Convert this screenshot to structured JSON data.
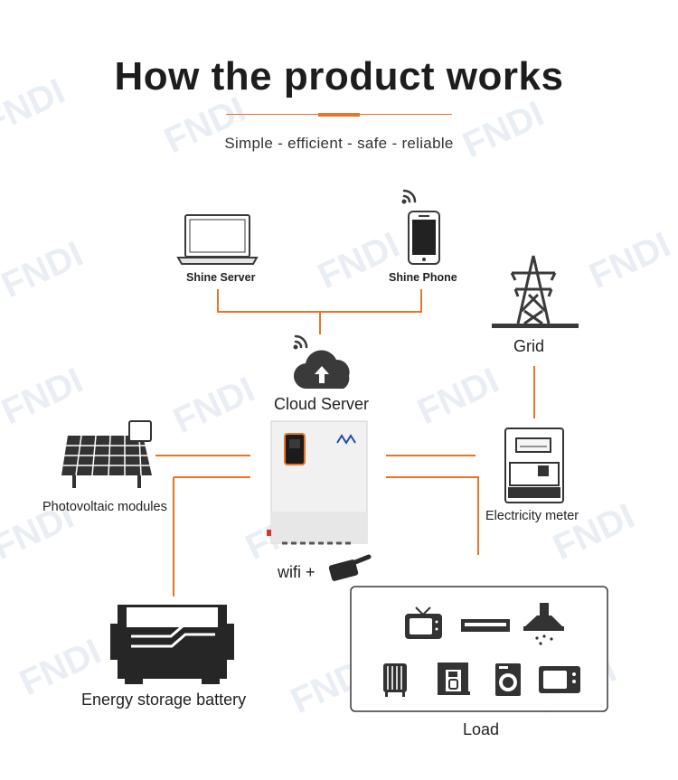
{
  "header": {
    "title": "How the product works",
    "subtitle": "Simple - efficient - safe - reliable"
  },
  "nodes": {
    "shine_server": "Shine Server",
    "shine_phone": "Shine Phone",
    "grid": "Grid",
    "cloud_server": "Cloud Server",
    "photovoltaic": "Photovoltaic modules",
    "electricity_meter": "Electricity meter",
    "wifi": "wifi +",
    "battery": "Energy storage battery",
    "load": "Load"
  },
  "colors": {
    "connector": "#e8742a",
    "accent": "#e8742a",
    "device": "#3a3a3a",
    "watermark": "#e9eef5"
  },
  "icons": [
    "laptop-icon",
    "smartphone-icon",
    "wifi-signal-icon",
    "transmission-tower-icon",
    "cloud-upload-icon",
    "solar-panel-icon",
    "inverter-icon",
    "electricity-meter-icon",
    "wifi-dongle-icon",
    "battery-icon",
    "tv-icon",
    "air-conditioner-icon",
    "range-hood-icon",
    "oil-heater-icon",
    "coffee-machine-icon",
    "washing-machine-icon",
    "microwave-icon"
  ],
  "watermark_text": "FNDI"
}
